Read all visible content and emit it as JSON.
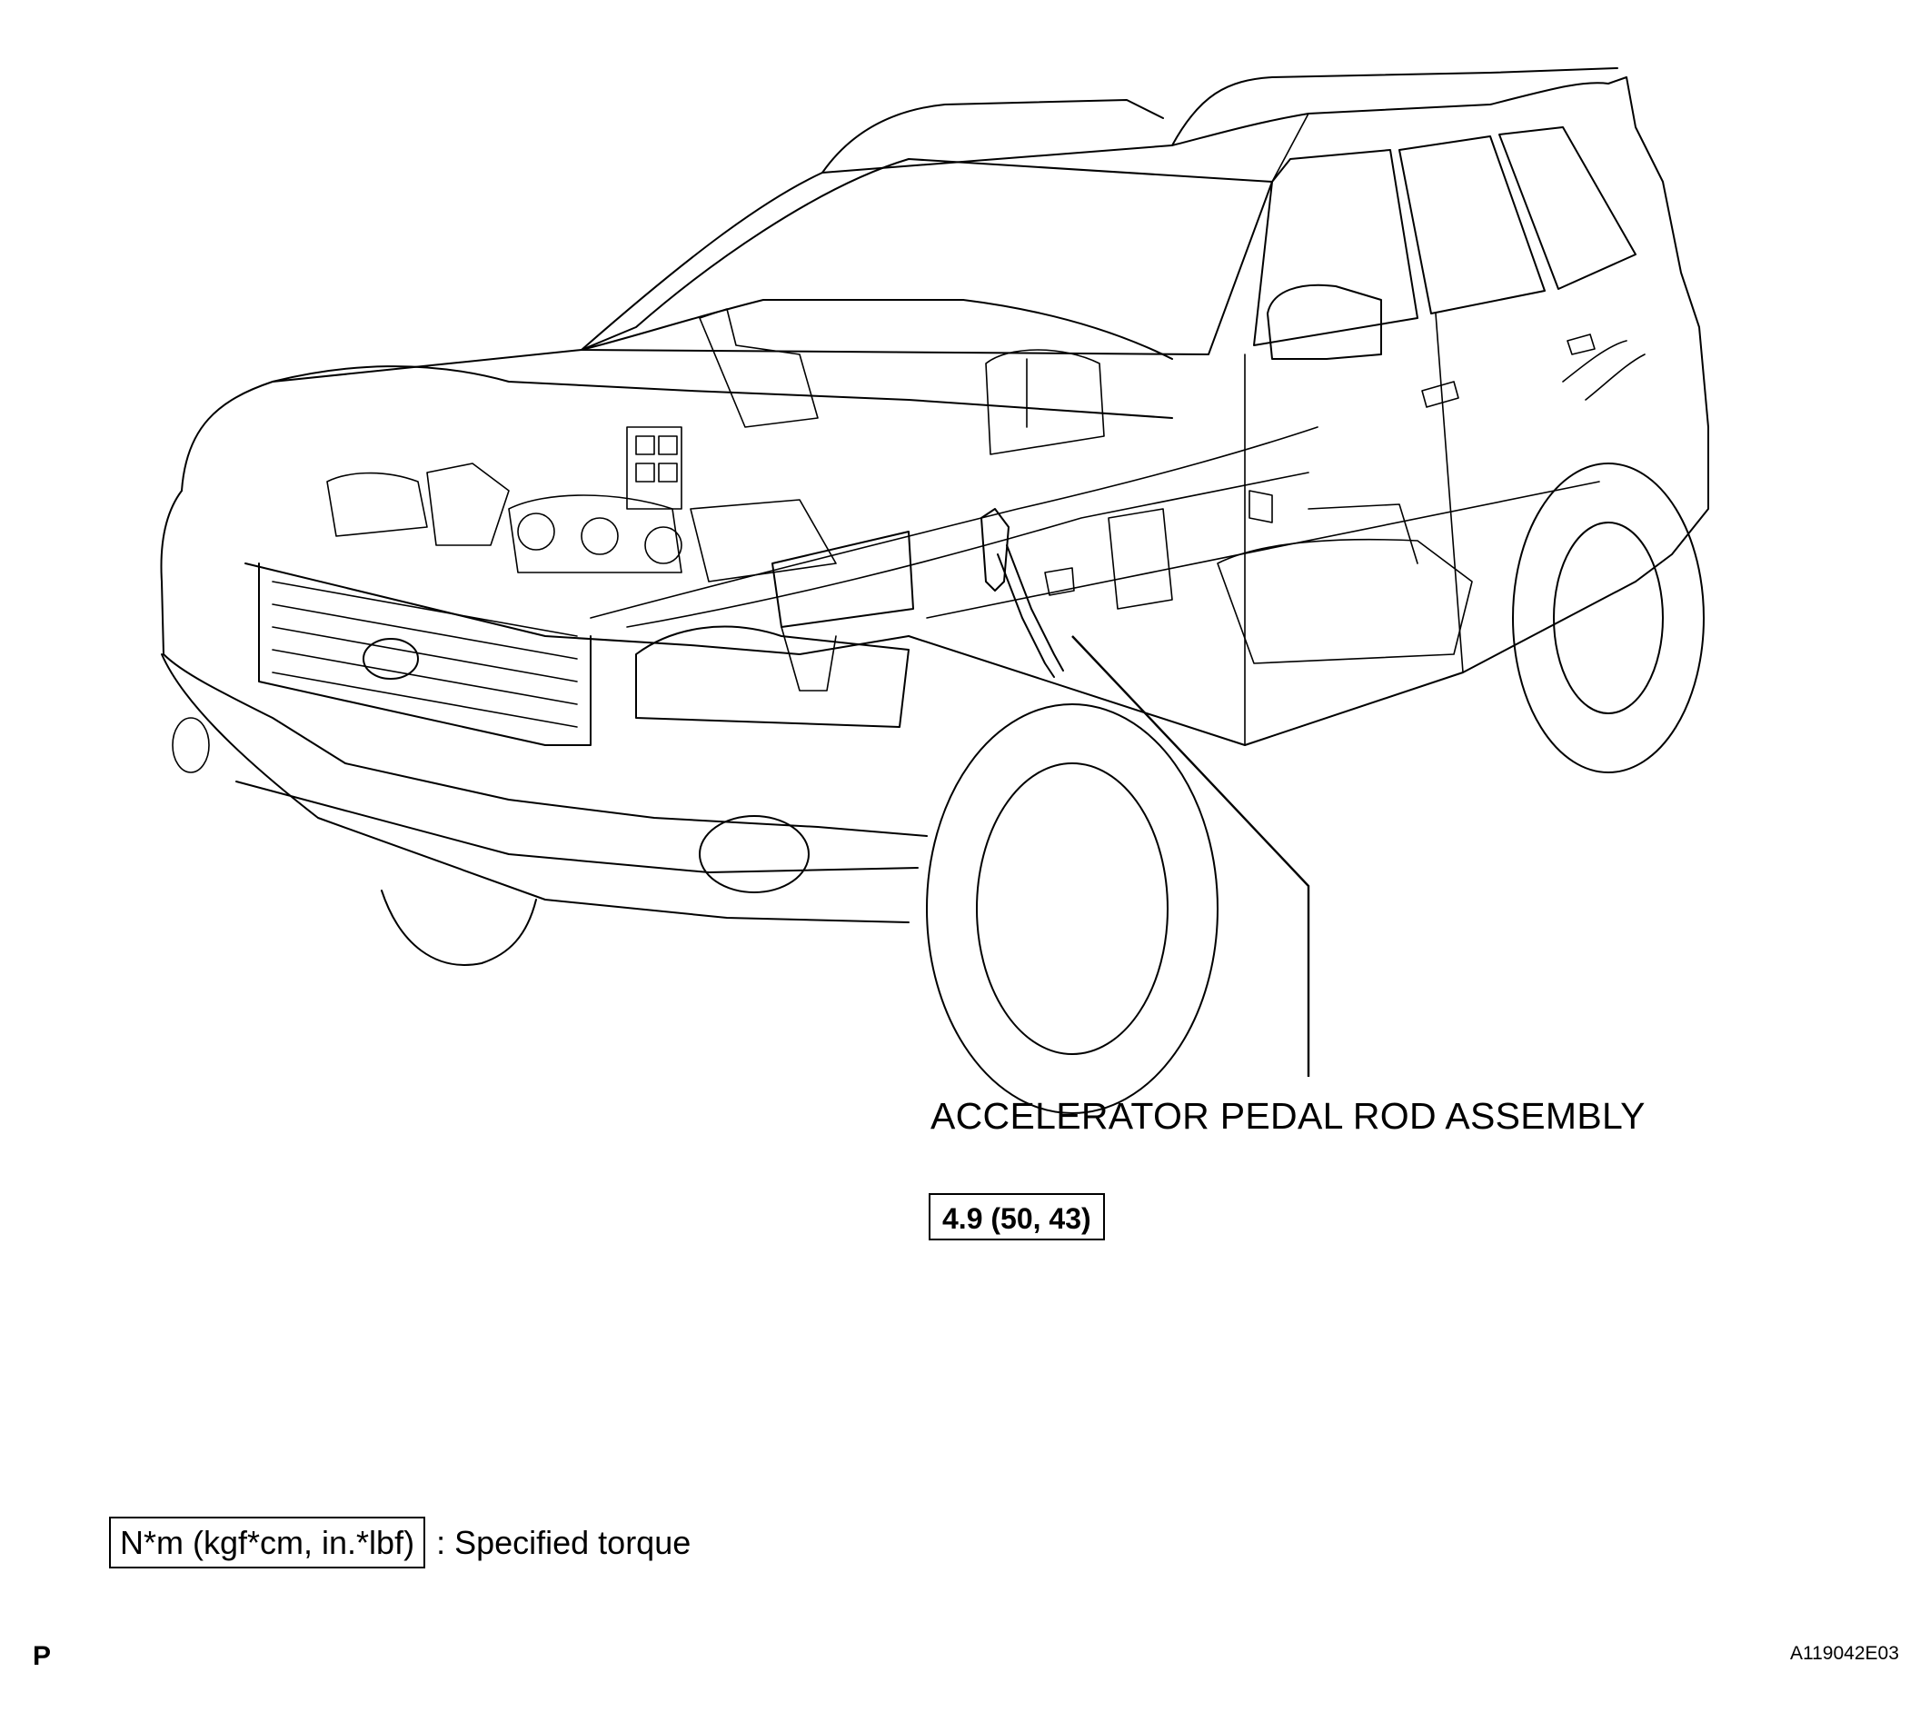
{
  "diagram": {
    "part_label": "ACCELERATOR PEDAL ROD ASSEMBLY",
    "torque_value": "4.9 (50, 43)",
    "legend": {
      "unit_box": "N*m (kgf*cm, in.*lbf)",
      "description": ": Specified torque"
    },
    "page_letter": "P",
    "figure_id": "A119042E03"
  }
}
